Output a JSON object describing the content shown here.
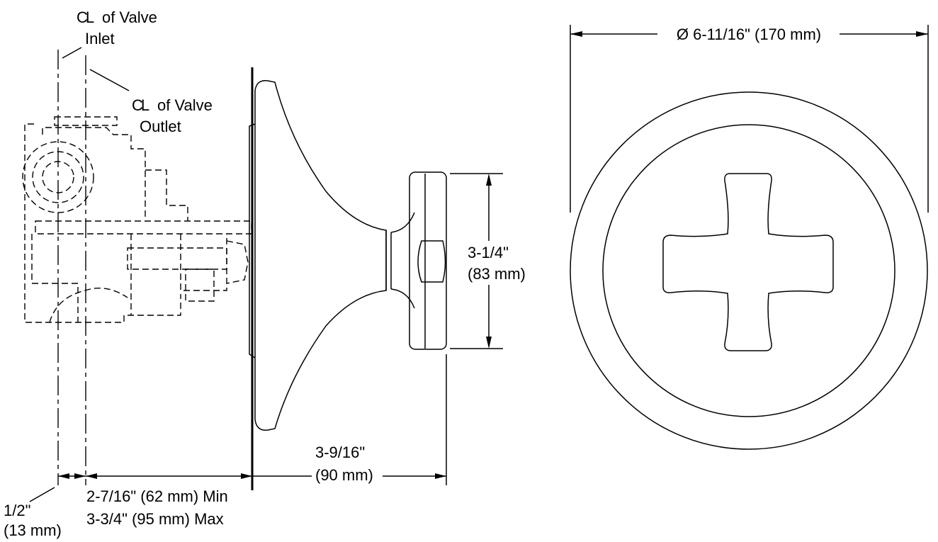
{
  "labels": {
    "inlet_line1": "of Valve",
    "inlet_line2": "Inlet",
    "outlet_line1": "of Valve",
    "outlet_line2": "Outlet",
    "centerline_symbol": "CL"
  },
  "dimensions": {
    "handle_height_in": "3-1/4\"",
    "handle_height_mm": "(83 mm)",
    "projection_in": "3-9/16\"",
    "projection_mm": "(90 mm)",
    "valve_depth_min": "2-7/16\" (62 mm) Min",
    "valve_depth_max": "3-3/4\" (95 mm) Max",
    "offset_in": "1/2\"",
    "offset_mm": "(13 mm)",
    "diameter": "Ø 6-11/16\" (170 mm)"
  }
}
